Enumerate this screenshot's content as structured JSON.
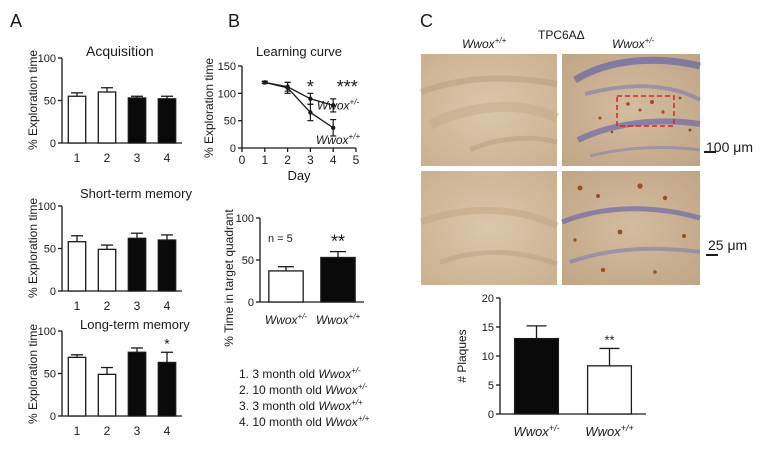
{
  "panels": {
    "a": "A",
    "b": "B",
    "c": "C"
  },
  "colors": {
    "open_bar": "#ffffff",
    "filled_bar": "#0a0a0a",
    "axis": "#1a1a1a",
    "roi_box": "#e02020",
    "tissue_light": "#d8c3a8",
    "tissue_stain": "#6b6aa6",
    "plaque": "#a04a20"
  },
  "legend": [
    {
      "num": "1.",
      "pre": "3 month old",
      "geno": "Wwox",
      "sup": "+/-"
    },
    {
      "num": "2.",
      "pre": "10 month old",
      "geno": "Wwox",
      "sup": "+/-"
    },
    {
      "num": "3.",
      "pre": "3 month old",
      "geno": "Wwox",
      "sup": "+/+"
    },
    {
      "num": "4.",
      "pre": "10 month old",
      "geno": "Wwox",
      "sup": "+/+"
    }
  ],
  "micrographs": {
    "col1_geno": "Wwox",
    "col1_sup": "+/+",
    "center_label": "TPC6AΔ",
    "col2_geno": "Wwox",
    "col2_sup": "+/-",
    "scale_top": "100 μm",
    "scale_bottom": "25 μm"
  },
  "chart_data": [
    {
      "id": "acquisition",
      "type": "bar",
      "title": "Acquisition",
      "ylabel": "% Exploration time",
      "ylim": [
        0,
        100
      ],
      "yticks": [
        0,
        50,
        100
      ],
      "categories": [
        "1",
        "2",
        "3",
        "4"
      ],
      "values": [
        55,
        60,
        53,
        52
      ],
      "errors": [
        4,
        5,
        2,
        3
      ],
      "fills": [
        "open",
        "open",
        "filled",
        "filled"
      ],
      "annotations": [
        "",
        "",
        "",
        ""
      ]
    },
    {
      "id": "short-term",
      "type": "bar",
      "title": "Short-term memory",
      "ylabel": "% Exploration time",
      "ylim": [
        0,
        100
      ],
      "yticks": [
        0,
        50,
        100
      ],
      "categories": [
        "1",
        "2",
        "3",
        "4"
      ],
      "values": [
        58,
        49,
        62,
        60
      ],
      "errors": [
        7,
        5,
        6,
        6
      ],
      "fills": [
        "open",
        "open",
        "filled",
        "filled"
      ],
      "annotations": [
        "",
        "",
        "",
        ""
      ]
    },
    {
      "id": "long-term",
      "type": "bar",
      "title": "Long-term memory",
      "ylabel": "% Exploration time",
      "ylim": [
        0,
        100
      ],
      "yticks": [
        0,
        50,
        100
      ],
      "categories": [
        "1",
        "2",
        "3",
        "4"
      ],
      "values": [
        69,
        49,
        75,
        63
      ],
      "errors": [
        3,
        8,
        5,
        12
      ],
      "fills": [
        "open",
        "open",
        "filled",
        "filled"
      ],
      "annotations": [
        "",
        "",
        "",
        "*"
      ]
    },
    {
      "id": "learning-curve",
      "type": "line",
      "title": "Learning curve",
      "xlabel": "Day",
      "ylabel": "% Exploration time",
      "xlim": [
        0,
        5
      ],
      "ylim": [
        0,
        150
      ],
      "xticks": [
        0,
        1,
        2,
        3,
        4,
        5
      ],
      "yticks": [
        0,
        50,
        100,
        150
      ],
      "x": [
        1,
        2,
        3,
        4
      ],
      "series": [
        {
          "name": "Wwox",
          "sup": "+/-",
          "values": [
            120,
            112,
            90,
            78
          ],
          "errors": [
            2,
            8,
            10,
            12
          ]
        },
        {
          "name": "Wwox",
          "sup": "+/+",
          "values": [
            120,
            110,
            65,
            37
          ],
          "errors": [
            2,
            10,
            15,
            15
          ]
        }
      ],
      "annotations": [
        {
          "x": 3,
          "text": "*"
        },
        {
          "x": 4,
          "text": "***"
        }
      ]
    },
    {
      "id": "target-quadrant",
      "type": "bar",
      "ylabel": "% Time in target quadrant",
      "ylim": [
        0,
        100
      ],
      "yticks": [
        0,
        50,
        100
      ],
      "categories": [
        "Wwox",
        "Wwox"
      ],
      "category_sups": [
        "+/-",
        "+/+"
      ],
      "values": [
        37,
        53
      ],
      "errors": [
        5,
        7
      ],
      "fills": [
        "open",
        "filled"
      ],
      "annotations": [
        "",
        "**"
      ],
      "note": "n = 5"
    },
    {
      "id": "plaques",
      "type": "bar",
      "ylabel": "# Plaques",
      "ylim": [
        0,
        20
      ],
      "yticks": [
        0,
        5,
        10,
        15,
        20
      ],
      "categories": [
        "Wwox",
        "Wwox"
      ],
      "category_sups": [
        "+/-",
        "+/+"
      ],
      "values": [
        13,
        8.3
      ],
      "errors": [
        2.2,
        3
      ],
      "fills": [
        "filled",
        "open"
      ],
      "annotations": [
        "",
        "**"
      ]
    }
  ]
}
